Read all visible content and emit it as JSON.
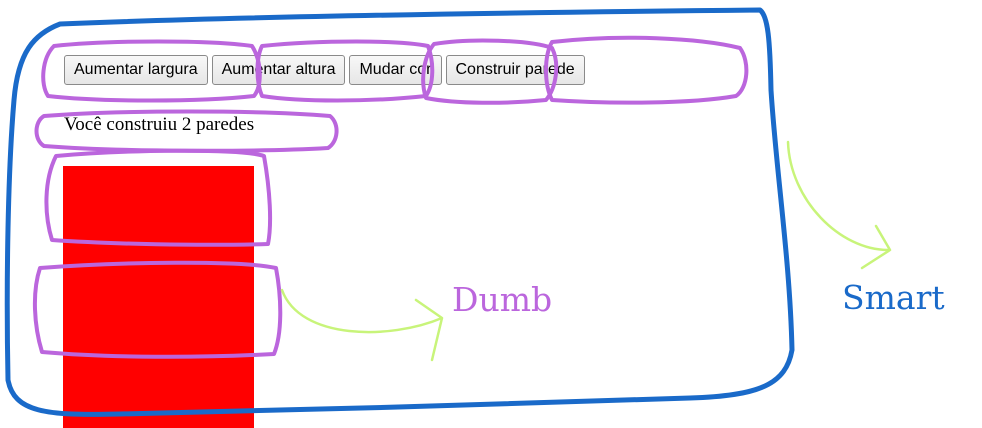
{
  "toolbar": {
    "buttons": [
      {
        "label": "Aumentar largura"
      },
      {
        "label": "Aumentar altura"
      },
      {
        "label": "Mudar cor"
      },
      {
        "label": "Construir parede"
      }
    ]
  },
  "counter_text": "Você construiu 2 paredes",
  "wall": {
    "color": "#ff0000"
  },
  "annotations": {
    "dumb_label": "Dumb",
    "smart_label": "Smart",
    "dumb_color": "#bb66dd",
    "smart_color": "#1a6ac9",
    "arrow_color": "#c8f47a"
  }
}
